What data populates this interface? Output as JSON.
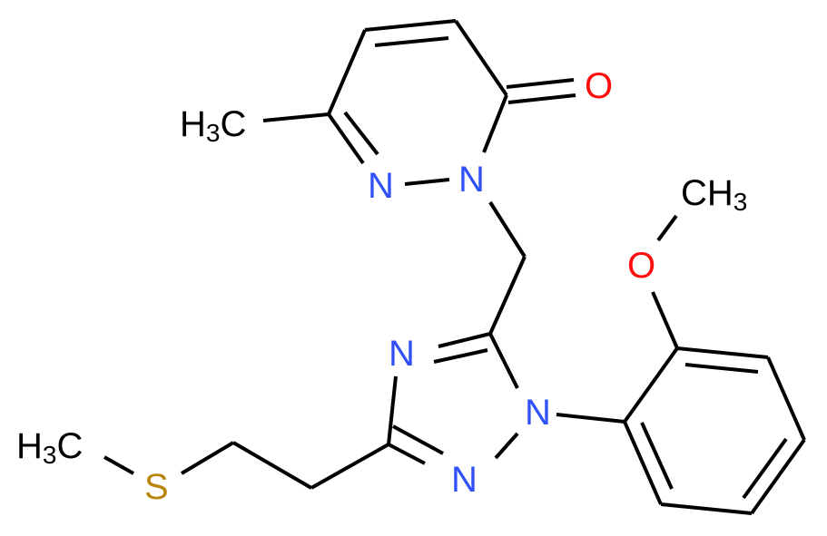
{
  "diagram": {
    "type": "chemical-structure",
    "colors": {
      "bond": "#000000",
      "carbon_label": "#000000",
      "nitrogen": "#3050F8",
      "oxygen": "#FF0D0D",
      "sulfur": "#B8860B",
      "background": "#FFFFFF"
    },
    "labels": {
      "methyl_pyridazinone": {
        "main": "H",
        "sub": "3",
        "tail": "C"
      },
      "carbonyl_oxygen": "O",
      "pyridazine_n1": "N",
      "pyridazine_n2": "N",
      "triazole_n4": "N",
      "triazole_n1": "N",
      "triazole_n2": "N",
      "methoxy_oxygen": "O",
      "methoxy_methyl": {
        "main": "CH",
        "sub": "3"
      },
      "sulfur": "S",
      "thiomethyl": {
        "main": "H",
        "sub": "3",
        "tail": "C"
      }
    }
  }
}
